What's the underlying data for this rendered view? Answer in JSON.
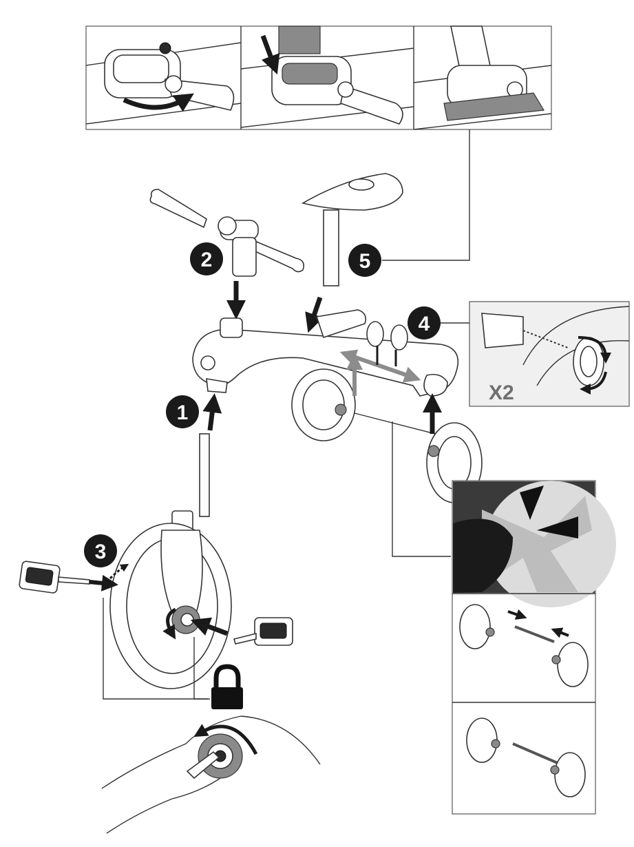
{
  "steps": [
    {
      "id": "1",
      "label": "1"
    },
    {
      "id": "2",
      "label": "2"
    },
    {
      "id": "3",
      "label": "3"
    },
    {
      "id": "4",
      "label": "4"
    },
    {
      "id": "5",
      "label": "5"
    }
  ],
  "detail4": {
    "multiplier": "X2"
  },
  "icons": {
    "lock": "lock-icon",
    "rotate": "rotate-arrow-icon",
    "insert": "insert-arrow-icon"
  },
  "colors": {
    "badge": "#1a1a1a",
    "grey_arrow": "#8c8c8c",
    "x2_text": "#6f6f6f"
  }
}
